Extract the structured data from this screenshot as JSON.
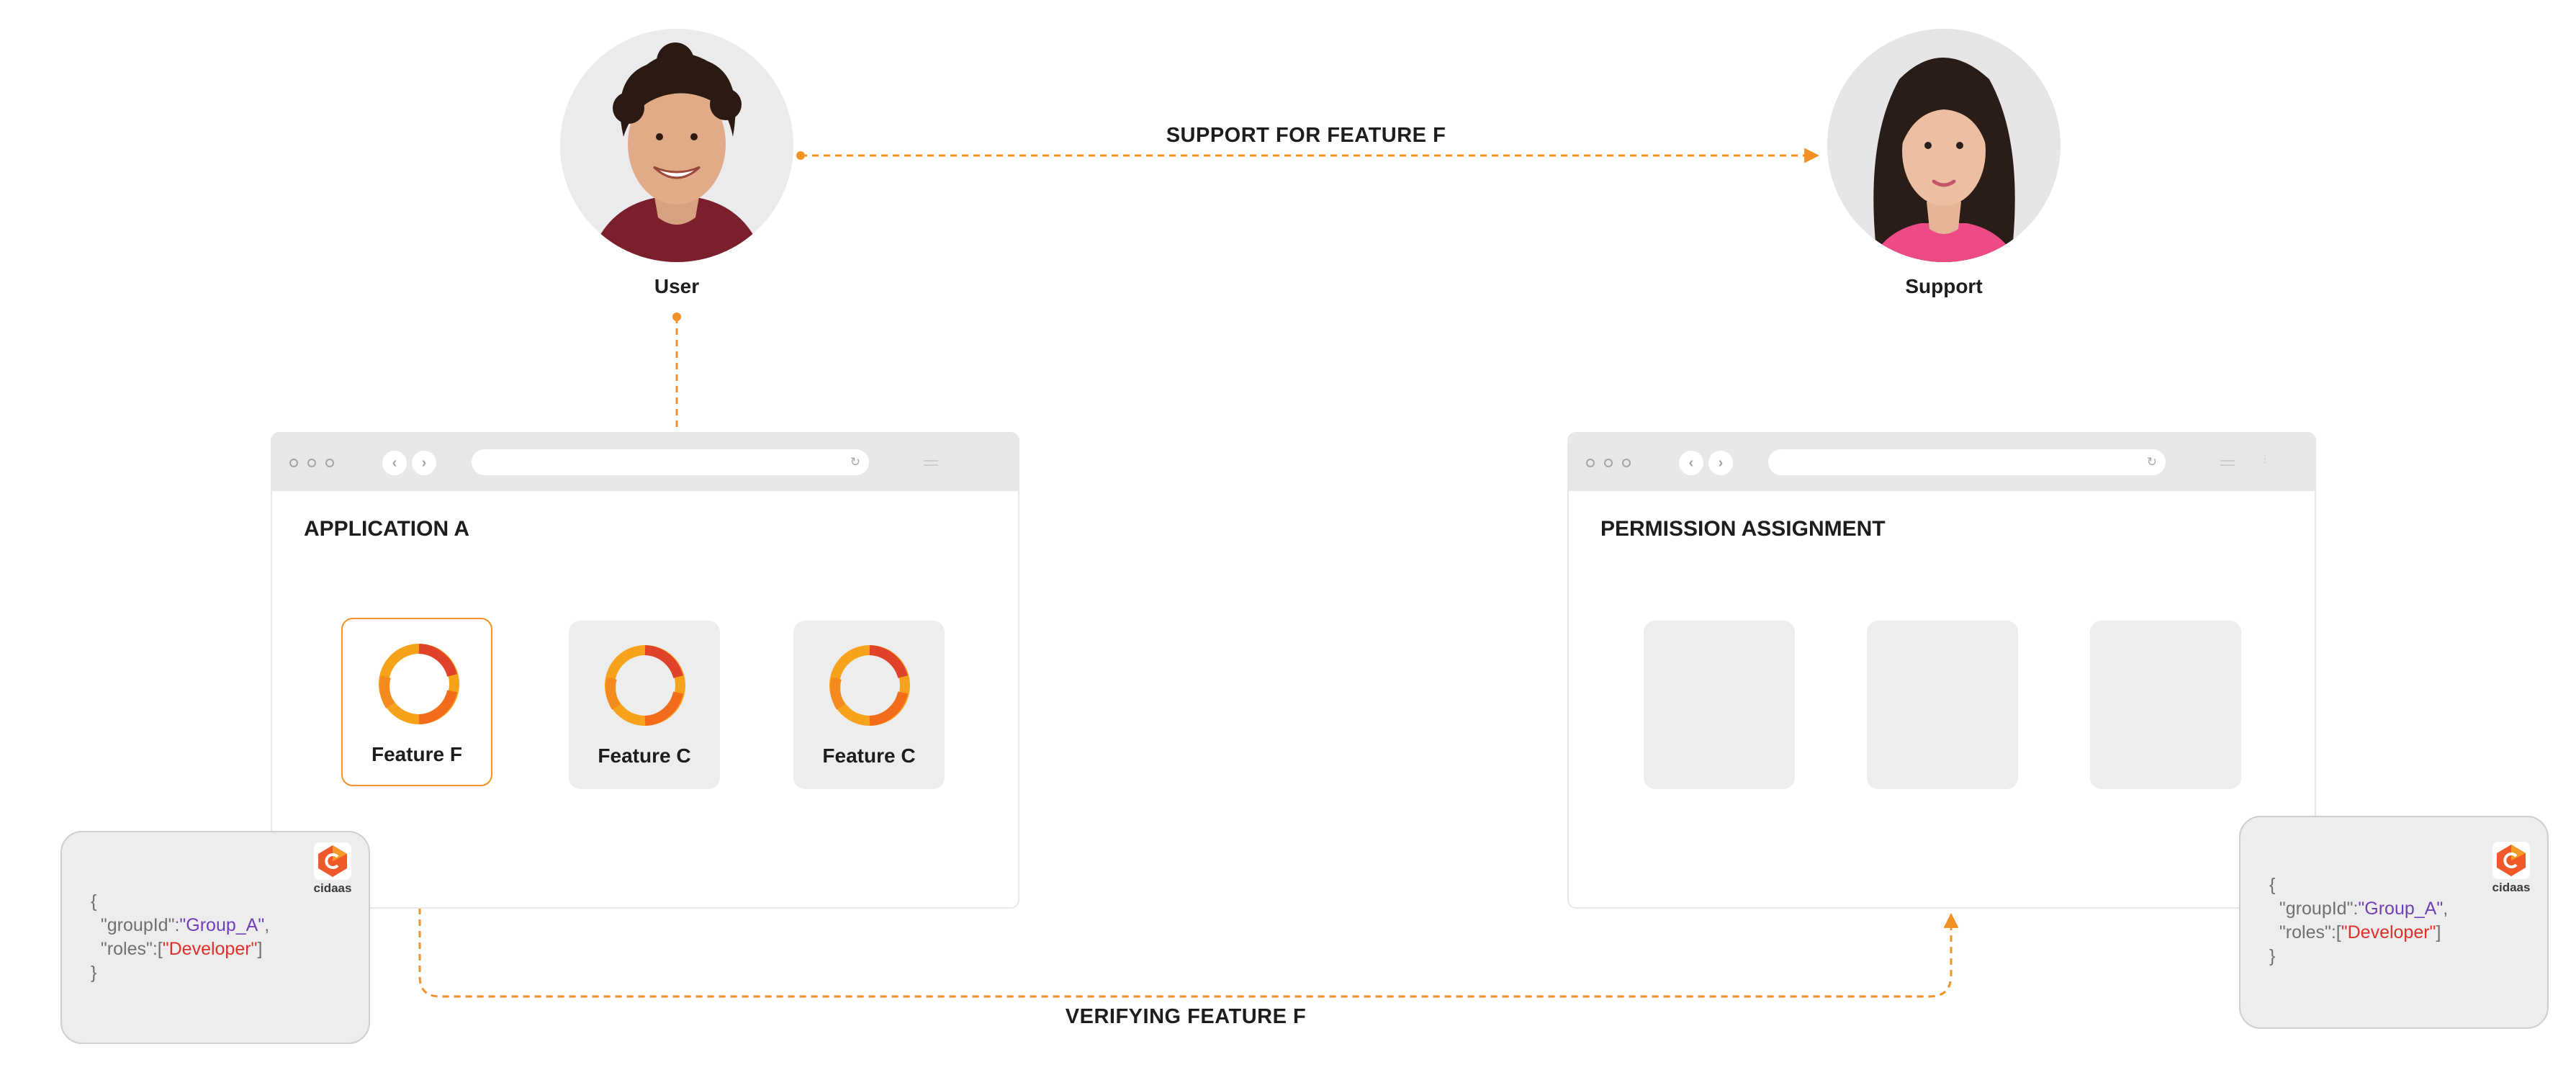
{
  "people": {
    "user": {
      "name": "User"
    },
    "support": {
      "name": "Support"
    }
  },
  "connectors": {
    "support_label": "SUPPORT FOR FEATURE F",
    "verify_label": "VERIFYING FEATURE F"
  },
  "app_a": {
    "title": "APPLICATION A",
    "features": [
      {
        "label": "Feature F",
        "selected": true
      },
      {
        "label": "Feature C",
        "selected": false
      },
      {
        "label": "Feature C",
        "selected": false
      }
    ]
  },
  "permission": {
    "title": "PERMISSION ASSIGNMENT",
    "placeholder_cards": 3
  },
  "json_panel": {
    "open": "{",
    "group_key": "\"groupId\":",
    "group_value": "\"Group_A\"",
    "roles_key": "\"roles\":[",
    "roles_value": "\"Developer\"",
    "roles_close": "]",
    "close": "}"
  },
  "logo": {
    "text": "cidaas"
  },
  "colors": {
    "accent": "#f39124",
    "ring_dark": "#e0422a",
    "ring_mid": "#f36c1c",
    "ring_light": "#f7a21b",
    "card_bg": "#ededed",
    "browser_bar": "#e8e8e8",
    "group_value": "#6f3fb8",
    "role_value": "#e0302a"
  },
  "icons": {
    "feature": "donut-ring-icon",
    "back": "chevron-left-icon",
    "forward": "chevron-right-icon",
    "reload": "reload-icon",
    "menu": "hamburger-menu-icon"
  }
}
